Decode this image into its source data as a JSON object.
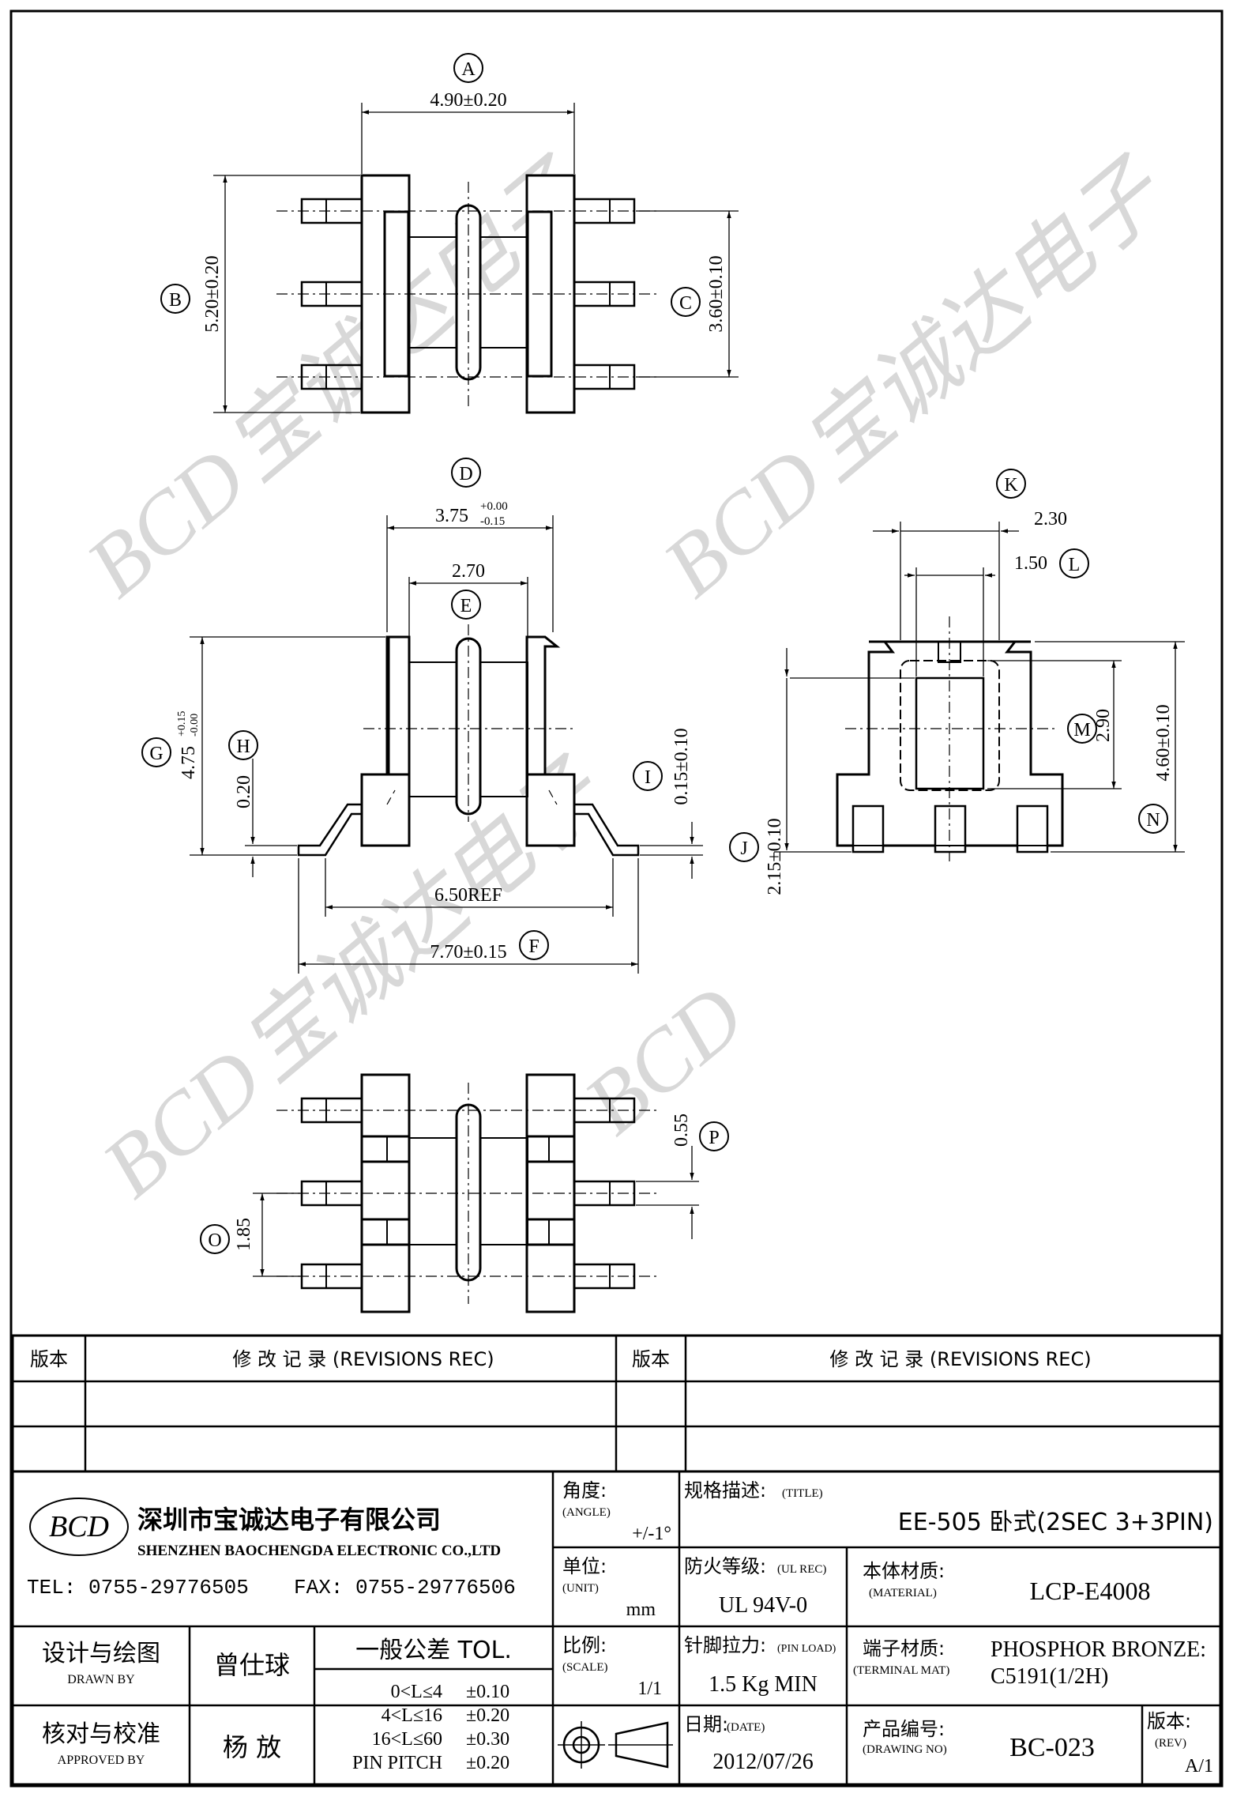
{
  "dims": {
    "A": {
      "letter": "A",
      "value": "4.90±0.20"
    },
    "B": {
      "letter": "B",
      "value": "5.20±0.20"
    },
    "C": {
      "letter": "C",
      "value": "3.60±0.10"
    },
    "D": {
      "letter": "D",
      "value": "3.75",
      "tol_upper": "+0.00",
      "tol_lower": "-0.15"
    },
    "D_inner": {
      "value": "2.70"
    },
    "E": {
      "letter": "E"
    },
    "F": {
      "letter": "F",
      "value": "7.70±0.15"
    },
    "F_ref": {
      "value": "6.50REF"
    },
    "G": {
      "letter": "G",
      "value": "4.75",
      "tol_upper": "+0.15",
      "tol_lower": "-0.00"
    },
    "H": {
      "letter": "H",
      "value": "0.20"
    },
    "I": {
      "letter": "I",
      "value": "0.15±0.10"
    },
    "J": {
      "letter": "J",
      "value": "2.15±0.10"
    },
    "K": {
      "letter": "K",
      "value": "2.30"
    },
    "L": {
      "letter": "L",
      "value": "1.50"
    },
    "M": {
      "letter": "M",
      "value": "2.90"
    },
    "N": {
      "letter": "N",
      "value": "4.60±0.10"
    },
    "O": {
      "letter": "O",
      "value": "1.85"
    },
    "P": {
      "letter": "P",
      "value": "0.55"
    }
  },
  "watermark": {
    "brand": "BCD",
    "cn": "宝诚达电子"
  },
  "revisions": {
    "ver_header": "版本",
    "rec_header": "修 改 记 录 (REVISIONS REC)"
  },
  "company": {
    "logo_text": "BCD",
    "name_cn": "深圳市宝诚达电子有限公司",
    "name_en": "SHENZHEN BAOCHENGDA ELECTRONIC CO.,LTD",
    "tel": "TEL: 0755-29776505",
    "fax": "FAX: 0755-29776506"
  },
  "title_block": {
    "angle_label": "角度:",
    "angle_label_en": "(ANGLE)",
    "angle_value": "+/-1°",
    "title_label": "规格描述:",
    "title_label_en": "(TITLE)",
    "title_value": "EE-505 卧式(2SEC 3+3PIN)",
    "unit_label": "单位:",
    "unit_label_en": "(UNIT)",
    "unit_value": "mm",
    "ul_label": "防火等级:",
    "ul_label_en": "(UL REC)",
    "ul_value": "UL 94V-0",
    "material_label": "本体材质:",
    "material_label_en": "(MATERIAL)",
    "material_value": "LCP-E4008",
    "drawn_label": "设计与绘图",
    "drawn_label_en": "DRAWN BY",
    "drawn_value": "曾仕球",
    "approved_label": "核对与校准",
    "approved_label_en": "APPROVED BY",
    "approved_value": "杨 放",
    "tol_title": "一般公差 TOL.",
    "tol_rows": [
      {
        "range": "0<L≤4",
        "tol": "±0.10"
      },
      {
        "range": "4<L≤16",
        "tol": "±0.20"
      },
      {
        "range": "16<L≤60",
        "tol": "±0.30"
      },
      {
        "range": "PIN PITCH",
        "tol": "±0.20"
      }
    ],
    "scale_label": "比例:",
    "scale_label_en": "(SCALE)",
    "scale_value": "1/1",
    "pinload_label": "针脚拉力:",
    "pinload_label_en": "(PIN LOAD)",
    "pinload_value": "1.5 Kg MIN",
    "terminal_label": "端子材质:",
    "terminal_label_en": "(TERMINAL MAT)",
    "terminal_value_1": "PHOSPHOR BRONZE:",
    "terminal_value_2": "C5191(1/2H)",
    "date_label": "日期:",
    "date_label_en": "(DATE)",
    "date_value": "2012/07/26",
    "drawingno_label": "产品编号:",
    "drawingno_label_en": "(DRAWING NO)",
    "drawingno_value": "BC-023",
    "rev_label": "版本:",
    "rev_label_en": "(REV)",
    "rev_value": "A/1"
  }
}
